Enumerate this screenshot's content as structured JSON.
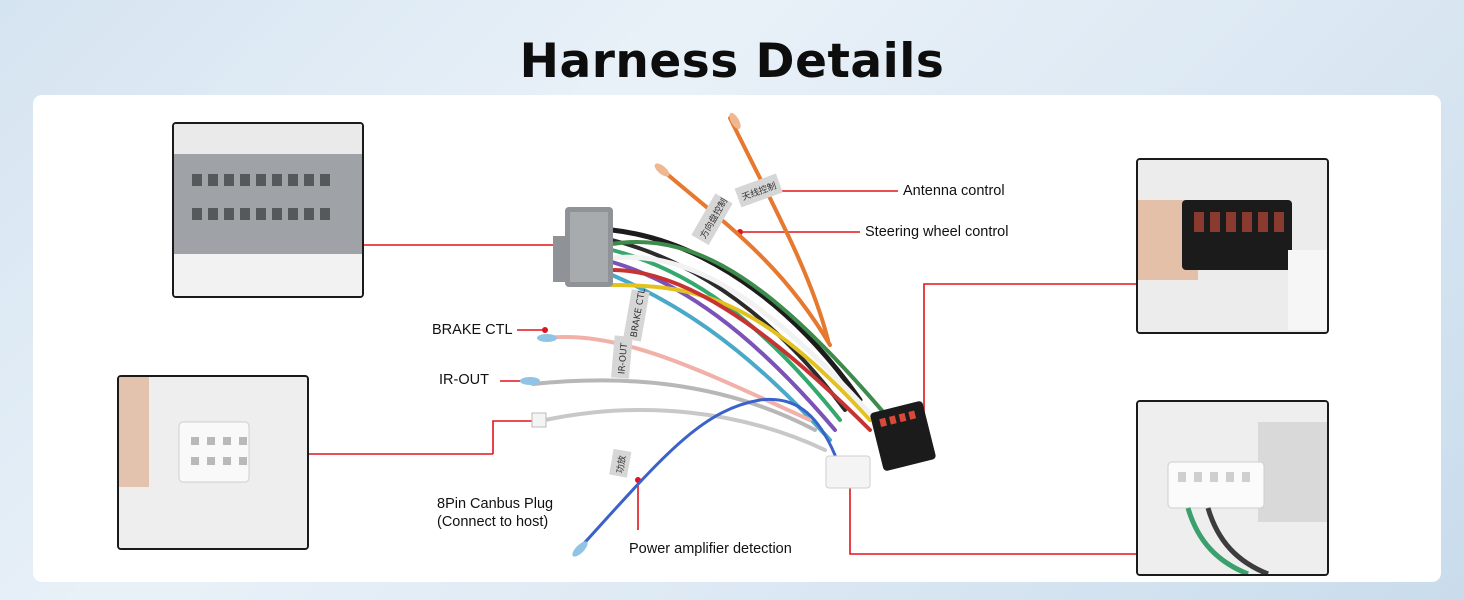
{
  "title": "Harness Details",
  "labels": {
    "antenna": "Antenna control",
    "steering": "Steering wheel control",
    "brake": "BRAKE CTL",
    "irout": "IR-OUT",
    "canbus_line1": "8Pin Canbus Plug",
    "canbus_line2": "(Connect to host)",
    "amp": "Power amplifier detection"
  },
  "tags": {
    "antenna_tag": "天线控制",
    "steering_tag": "方向盘控制",
    "brake_tag": "BRAKE CTL",
    "irout_tag": "IR-OUT",
    "amp_tag": "功放"
  },
  "colors": {
    "callout_line": "#e0141c",
    "frame": "#1a1a1a",
    "connector_gray": "#a7abae",
    "connector_black": "#1b1b1b",
    "connector_white": "#f4f4f4",
    "wire_orange": "#e6782f",
    "wire_blue": "#3a62c9",
    "wire_gray": "#b7b7b7",
    "wire_pink": "#f1b0a8"
  }
}
